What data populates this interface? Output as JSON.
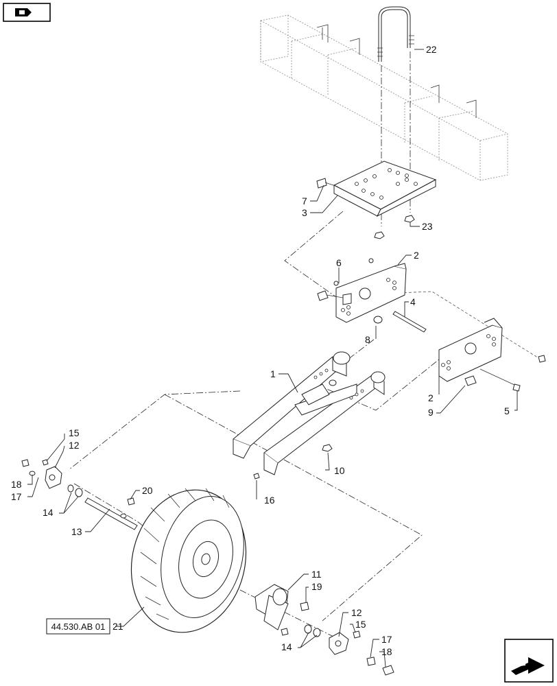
{
  "diagram": {
    "reference_label": "44.530.AB 01",
    "callouts": [
      {
        "id": "c22",
        "text": "22"
      },
      {
        "id": "c7",
        "text": "7"
      },
      {
        "id": "c3",
        "text": "3"
      },
      {
        "id": "c23",
        "text": "23"
      },
      {
        "id": "c6",
        "text": "6"
      },
      {
        "id": "c2a",
        "text": "2"
      },
      {
        "id": "c4",
        "text": "4"
      },
      {
        "id": "c8",
        "text": "8"
      },
      {
        "id": "c1",
        "text": "1"
      },
      {
        "id": "c2b",
        "text": "2"
      },
      {
        "id": "c9",
        "text": "9"
      },
      {
        "id": "c5",
        "text": "5"
      },
      {
        "id": "c15a",
        "text": "15"
      },
      {
        "id": "c12a",
        "text": "12"
      },
      {
        "id": "c18a",
        "text": "18"
      },
      {
        "id": "c17a",
        "text": "17"
      },
      {
        "id": "c10",
        "text": "10"
      },
      {
        "id": "c16",
        "text": "16"
      },
      {
        "id": "c20",
        "text": "20"
      },
      {
        "id": "c14a",
        "text": "14"
      },
      {
        "id": "c13",
        "text": "13"
      },
      {
        "id": "c11",
        "text": "11"
      },
      {
        "id": "c19",
        "text": "19"
      },
      {
        "id": "c12b",
        "text": "12"
      },
      {
        "id": "c15b",
        "text": "15"
      },
      {
        "id": "c21",
        "text": "21"
      },
      {
        "id": "c14b",
        "text": "14"
      },
      {
        "id": "c17b",
        "text": "17"
      },
      {
        "id": "c18b",
        "text": "18"
      }
    ]
  }
}
